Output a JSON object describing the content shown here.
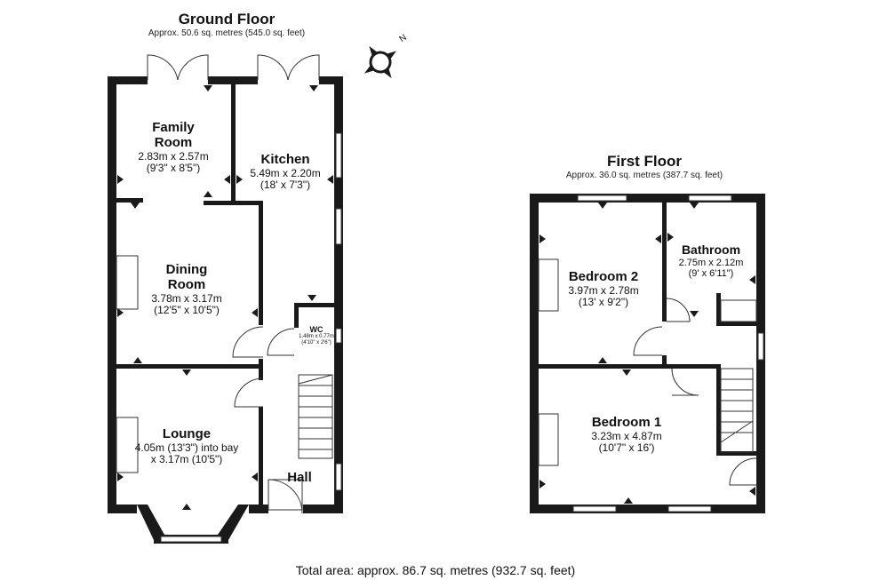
{
  "ground_floor": {
    "title": "Ground Floor",
    "area": "Approx. 50.6 sq. metres (545.0 sq. feet)",
    "rooms": {
      "family_room": {
        "name_1": "Family",
        "name_2": "Room",
        "dim_m": "2.83m x 2.57m",
        "dim_ft": "(9'3\" x 8'5\")"
      },
      "kitchen": {
        "name": "Kitchen",
        "dim_m": "5.49m x 2.20m",
        "dim_ft": "(18' x 7'3\")"
      },
      "dining_room": {
        "name_1": "Dining",
        "name_2": "Room",
        "dim_m": "3.78m x 3.17m",
        "dim_ft": "(12'5\" x 10'5\")"
      },
      "wc": {
        "name": "WC",
        "dim_m": "1.48m x 0.77m",
        "dim_ft": "(4'10\" x 2'6\")"
      },
      "lounge": {
        "name": "Lounge",
        "dim_1": "4.05m (13'3\") into bay",
        "dim_2": "x 3.17m (10'5\")"
      },
      "hall": {
        "name": "Hall"
      }
    }
  },
  "first_floor": {
    "title": "First Floor",
    "area": "Approx. 36.0 sq. metres (387.7 sq. feet)",
    "rooms": {
      "bedroom_2": {
        "name": "Bedroom 2",
        "dim_m": "3.97m x 2.78m",
        "dim_ft": "(13' x 9'2\")"
      },
      "bathroom": {
        "name": "Bathroom",
        "dim_m": "2.75m x 2.12m",
        "dim_ft": "(9' x 6'11\")"
      },
      "bedroom_1": {
        "name": "Bedroom 1",
        "dim_m": "3.23m x 4.87m",
        "dim_ft": "(10'7\" x 16')"
      }
    }
  },
  "compass": {
    "label": "N",
    "icon": "compass-icon"
  },
  "total_area": "Total area: approx. 86.7 sq. metres (932.7 sq. feet)",
  "colors": {
    "wall": "#1a1a1a",
    "window": "#ffffff",
    "line": "#333333"
  }
}
